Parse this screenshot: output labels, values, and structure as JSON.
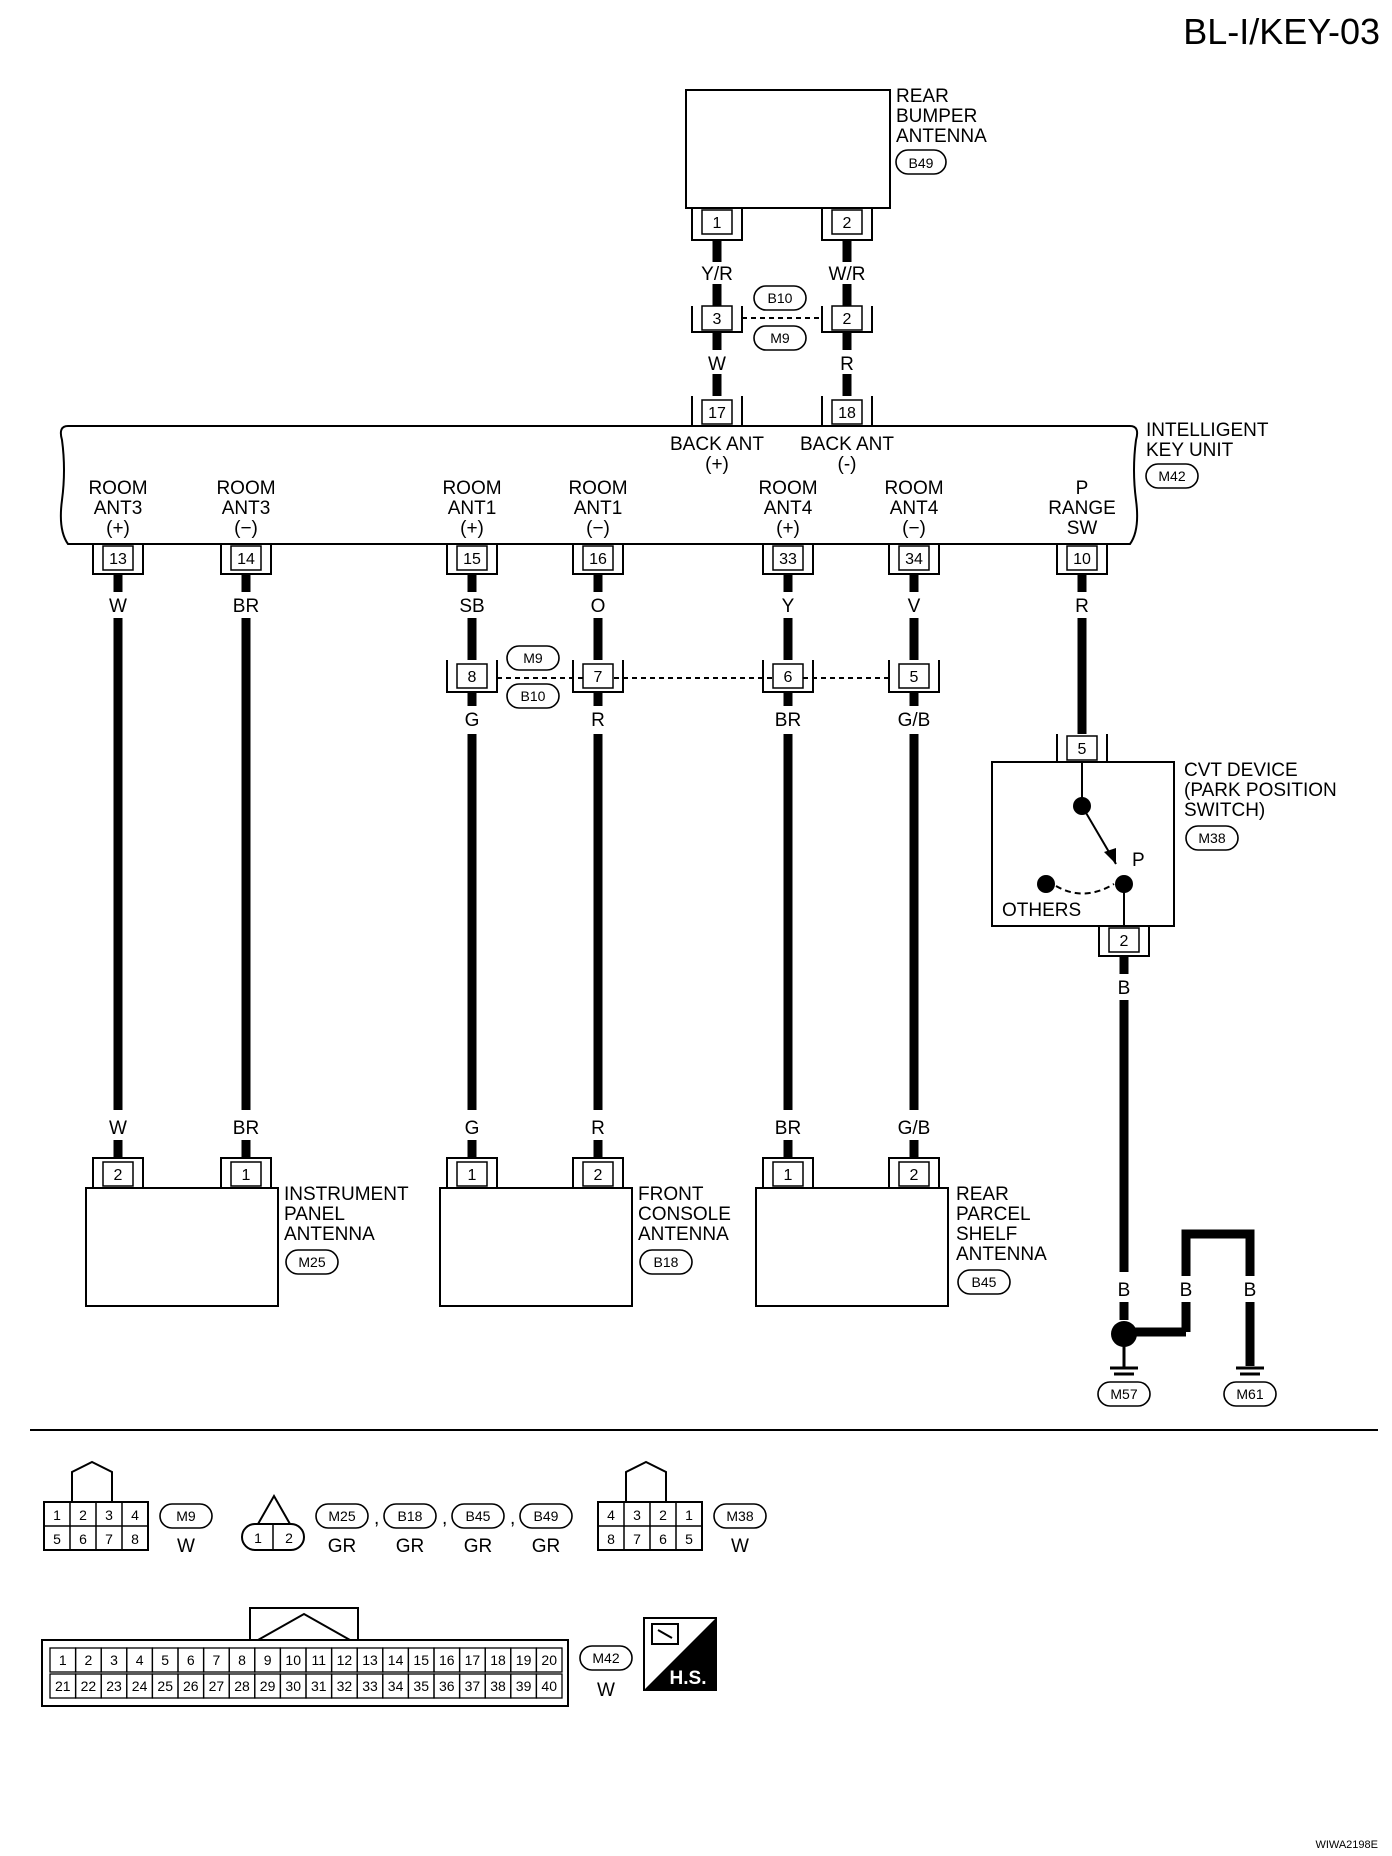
{
  "title": "BL-I/KEY-03",
  "footer_code": "WIWA2198E",
  "rear_bumper_antenna": {
    "name_lines": [
      "REAR",
      "BUMPER",
      "ANTENNA"
    ],
    "connector": "B49",
    "pins": [
      "1",
      "2"
    ]
  },
  "joint_connector": {
    "top": "B10",
    "bottom": "M9",
    "pins": [
      "3",
      "2"
    ]
  },
  "wire_colors_top": {
    "pin1": "Y/R",
    "pin2": "W/R",
    "pin17": "W",
    "pin18": "R"
  },
  "key_unit": {
    "name_lines": [
      "INTELLIGENT",
      "KEY UNIT"
    ],
    "connector": "M42",
    "back_ant": [
      {
        "pin": "17",
        "name": "BACK ANT",
        "pol": "(+)"
      },
      {
        "pin": "18",
        "name": "BACK ANT",
        "pol": "(-)"
      }
    ],
    "terminals": [
      {
        "pin": "13",
        "l1": "ROOM",
        "l2": "ANT3",
        "l3": "(+)",
        "wire": "W"
      },
      {
        "pin": "14",
        "l1": "ROOM",
        "l2": "ANT3",
        "l3": "(−)",
        "wire": "BR"
      },
      {
        "pin": "15",
        "l1": "ROOM",
        "l2": "ANT1",
        "l3": "(+)",
        "wire": "SB"
      },
      {
        "pin": "16",
        "l1": "ROOM",
        "l2": "ANT1",
        "l3": "(−)",
        "wire": "O"
      },
      {
        "pin": "33",
        "l1": "ROOM",
        "l2": "ANT4",
        "l3": "(+)",
        "wire": "Y"
      },
      {
        "pin": "34",
        "l1": "ROOM",
        "l2": "ANT4",
        "l3": "(−)",
        "wire": "V"
      },
      {
        "pin": "10",
        "l1": "P",
        "l2": "RANGE",
        "l3": "SW",
        "wire": "R"
      }
    ]
  },
  "mid_joint": {
    "top": "M9",
    "bottom": "B10",
    "pins": [
      "8",
      "7",
      "6",
      "5"
    ],
    "wires_below": [
      "G",
      "R",
      "BR",
      "G/B"
    ]
  },
  "cvt_device": {
    "name_lines": [
      "CVT DEVICE",
      "(PARK POSITION",
      "SWITCH)"
    ],
    "connector": "M38",
    "pin_top": "5",
    "pin_bottom": "2",
    "p_label": "P",
    "others_label": "OTHERS",
    "wire_below": "B"
  },
  "antennas": [
    {
      "name_lines": [
        "INSTRUMENT",
        "PANEL",
        "ANTENNA"
      ],
      "connector": "M25",
      "pins": [
        "2",
        "1"
      ],
      "wires": [
        "W",
        "BR"
      ]
    },
    {
      "name_lines": [
        "FRONT",
        "CONSOLE",
        "ANTENNA"
      ],
      "connector": "B18",
      "pins": [
        "1",
        "2"
      ],
      "wires": [
        "G",
        "R"
      ]
    },
    {
      "name_lines": [
        "REAR",
        "PARCEL",
        "SHELF",
        "ANTENNA"
      ],
      "connector": "B45",
      "pins": [
        "1",
        "2"
      ],
      "wires": [
        "BR",
        "G/B"
      ]
    }
  ],
  "grounds": {
    "wire_labels": [
      "B",
      "B",
      "B"
    ],
    "connectors": [
      "M57",
      "M61"
    ]
  },
  "legend": {
    "m9": {
      "top_row": [
        "1",
        "2",
        "3",
        "4"
      ],
      "bottom_row": [
        "5",
        "6",
        "7",
        "8"
      ],
      "name": "M9",
      "color": "W"
    },
    "two_pin": {
      "pins": [
        "1",
        "2"
      ],
      "names": [
        "M25",
        "B18",
        "B45",
        "B49"
      ],
      "colors": [
        "GR",
        "GR",
        "GR",
        "GR"
      ],
      "sep": ","
    },
    "m38": {
      "top_row": [
        "4",
        "3",
        "2",
        "1"
      ],
      "bottom_row": [
        "8",
        "7",
        "6",
        "5"
      ],
      "name": "M38",
      "color": "W"
    },
    "m42": {
      "top_row": [
        "1",
        "2",
        "3",
        "4",
        "5",
        "6",
        "7",
        "8",
        "9",
        "10",
        "11",
        "12",
        "13",
        "14",
        "15",
        "16",
        "17",
        "18",
        "19",
        "20"
      ],
      "bottom_row": [
        "21",
        "22",
        "23",
        "24",
        "25",
        "26",
        "27",
        "28",
        "29",
        "30",
        "31",
        "32",
        "33",
        "34",
        "35",
        "36",
        "37",
        "38",
        "39",
        "40"
      ],
      "name": "M42",
      "color": "W"
    },
    "hs_label": "H.S."
  }
}
